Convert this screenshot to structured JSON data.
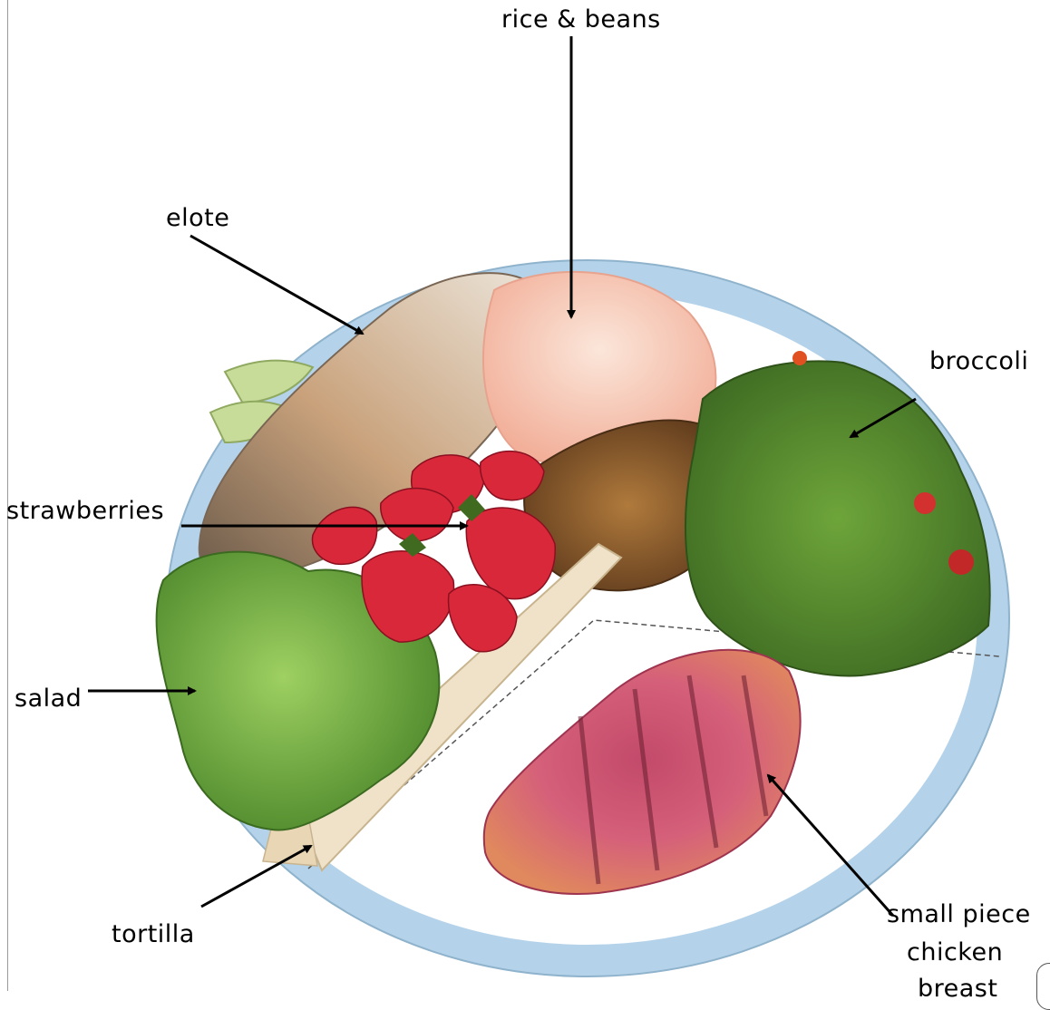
{
  "labels": {
    "rice_beans": "rice & beans",
    "elote": "elote",
    "broccoli": "broccoli",
    "strawberries": "strawberries",
    "salad": "salad",
    "tortilla": "tortilla",
    "chicken_line1": "small piece",
    "chicken_line2": "chicken",
    "chicken_line3": "breast"
  },
  "colors": {
    "plate_rim": "#b4d3ea",
    "plate_center": "#ffffff",
    "arrow": "#000000"
  }
}
